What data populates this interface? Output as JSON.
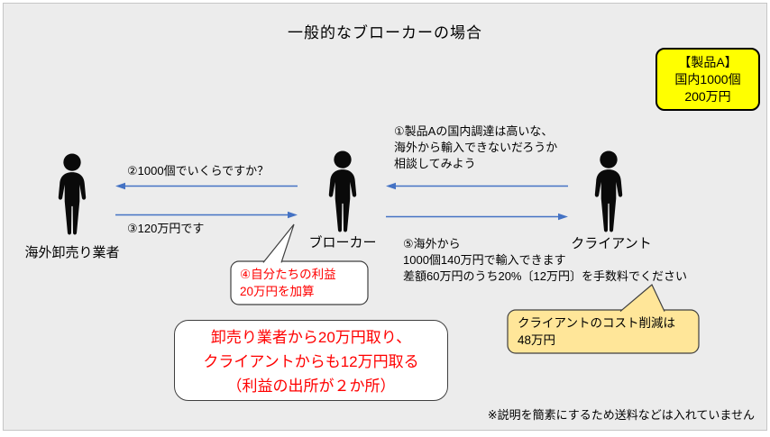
{
  "title": "一般的なブローカーの場合",
  "colors": {
    "arrow_blue": "#4472C4",
    "highlight_red": "#FF0000",
    "product_yellow": "#FFFF00",
    "note_yellow": "#FFE699",
    "canvas_gray": "#ECECEC"
  },
  "product_box": {
    "text": "【製品A】\n国内1000個\n200万円"
  },
  "actors": [
    {
      "id": "wholesaler",
      "label": "海外卸売り業者"
    },
    {
      "id": "broker",
      "label": "ブローカー"
    },
    {
      "id": "client",
      "label": "クライアント"
    }
  ],
  "messages": {
    "step1": "①製品Aの国内調達は高いな、\n海外から輸入できないだろうか\n相談してみよう",
    "step2": "②1000個でいくらですか？",
    "step3": "③120万円です",
    "step5": "⑤海外から\n1000個140万円で輸入できます\n差額60万円のうち20%〔12万円〕を手数料でください"
  },
  "callouts": {
    "broker_profit": "④自分たちの利益\n20万円を加算",
    "client_saving": "クライアントのコスト削減は\n48万円",
    "summary": "卸売り業者から20万円取り、\nクライアントからも12万円取る\n（利益の出所が２か所）"
  },
  "footnote": "※説明を簡素にするため送料などは入れていません"
}
